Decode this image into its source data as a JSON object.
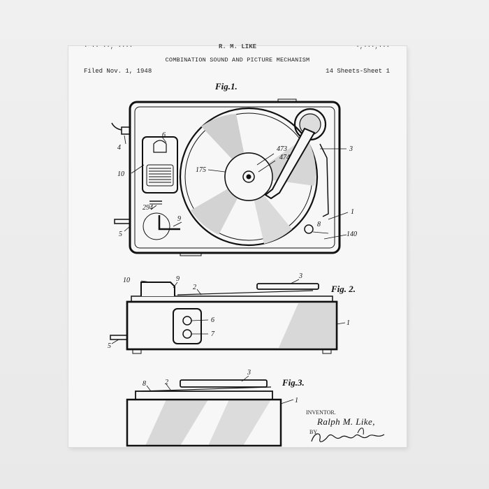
{
  "header": {
    "top_left": "· ·· ··, ····",
    "top_center": "R. M. LIKE",
    "top_right": "·,···,···",
    "title": "COMBINATION SOUND AND PICTURE MECHANISM",
    "filed": "Filed Nov. 1, 1948",
    "sheets": "14 Sheets-Sheet 1"
  },
  "figures": {
    "fig1": "Fig.1.",
    "fig2": "Fig. 2.",
    "fig3": "Fig.3."
  },
  "labels": {
    "n1": "1",
    "n2": "2",
    "n3": "3",
    "n4": "4",
    "n5": "5",
    "n6": "6",
    "n7": "7",
    "n8": "8",
    "n9": "9",
    "n10": "10",
    "n140": "140",
    "n175": "175",
    "n294": "294",
    "n473": "473",
    "n474": "474"
  },
  "inventor": {
    "heading": "INVENTOR.",
    "name": "Ralph M. Like,",
    "by": "BY"
  }
}
